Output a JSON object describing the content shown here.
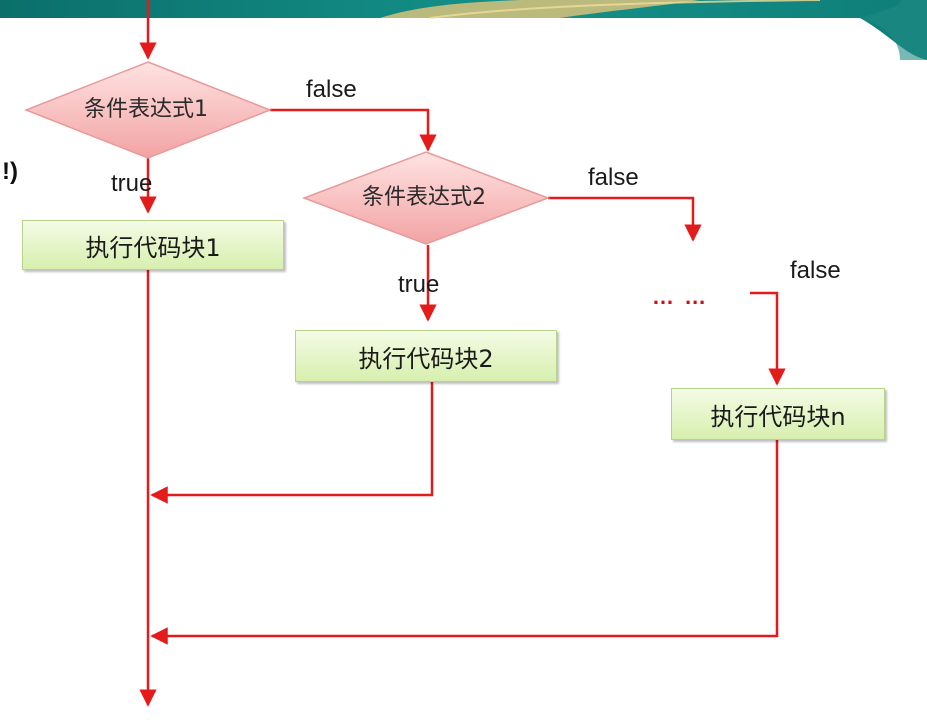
{
  "diagram": {
    "decision1": "条件表达式1",
    "decision2": "条件表达式2",
    "block1": "执行代码块1",
    "block2": "执行代码块2",
    "blockn": "执行代码块n",
    "edge_false_1": "false",
    "edge_true_1": "true",
    "edge_false_2": "false",
    "edge_true_2": "true",
    "edge_false_3": "false",
    "ellipsis": "… …",
    "corner_text": "!)"
  },
  "colors": {
    "line": "#e31b1b",
    "diamond_fill_top": "#ffe0e0",
    "diamond_fill_bottom": "#f3a4a4",
    "box_fill_top": "#f5fbe6",
    "box_fill_bottom": "#d7efae",
    "banner_teal": "#0f7f78"
  }
}
